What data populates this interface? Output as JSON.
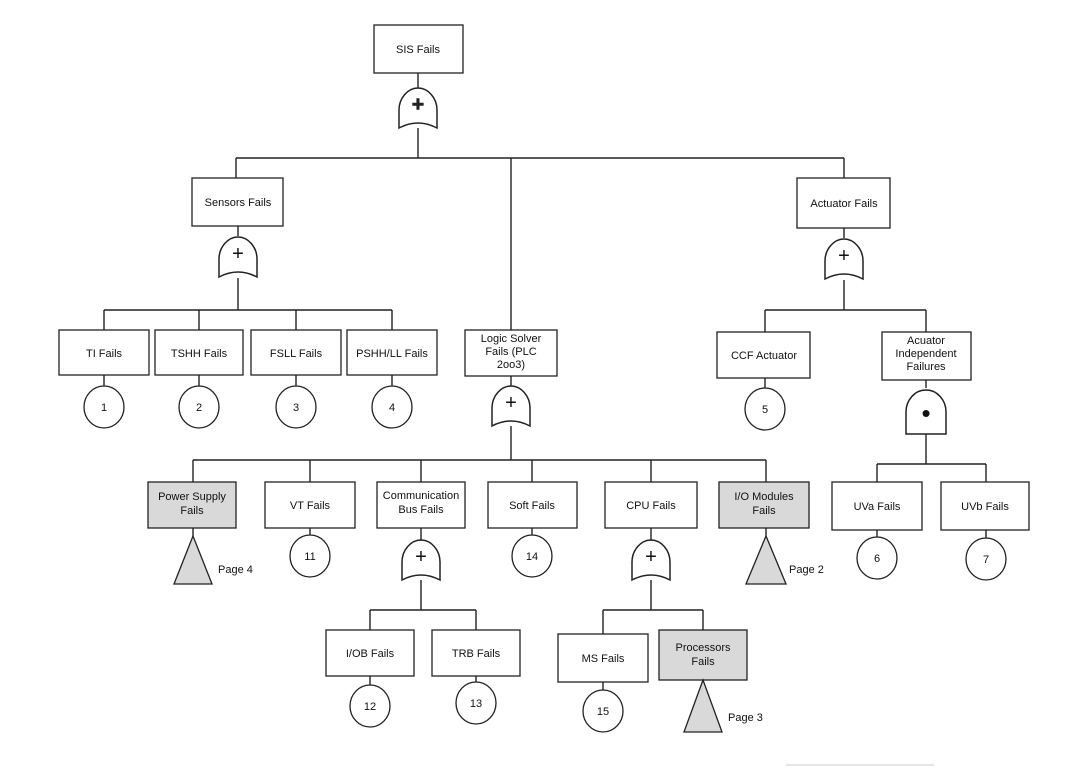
{
  "nodes": {
    "sis": {
      "label": [
        "SIS Fails"
      ]
    },
    "sensors": {
      "label": [
        "Sensors Fails"
      ]
    },
    "actuator": {
      "label": [
        "Actuator Fails"
      ]
    },
    "logic": {
      "label": [
        "Logic Solver",
        "Fails (PLC",
        "2oo3)"
      ]
    },
    "ti": {
      "label": [
        "TI Fails"
      ]
    },
    "tshh": {
      "label": [
        "TSHH Fails"
      ]
    },
    "fsll": {
      "label": [
        "FSLL Fails"
      ]
    },
    "pshh": {
      "label": [
        "PSHH/LL Fails"
      ]
    },
    "ccf": {
      "label": [
        "CCF Actuator"
      ]
    },
    "acuindep": {
      "label": [
        "Acuator",
        "Independent",
        "Failures"
      ]
    },
    "power": {
      "label": [
        "Power Supply",
        "Fails"
      ]
    },
    "vt": {
      "label": [
        "VT Fails"
      ]
    },
    "commbus": {
      "label": [
        "Communication",
        "Bus Fails"
      ]
    },
    "soft": {
      "label": [
        "Soft Fails"
      ]
    },
    "cpu": {
      "label": [
        "CPU Fails"
      ]
    },
    "iomod": {
      "label": [
        "I/O Modules",
        "Fails"
      ]
    },
    "uva": {
      "label": [
        "UVa Fails"
      ]
    },
    "uvb": {
      "label": [
        "UVb Fails"
      ]
    },
    "iob": {
      "label": [
        "I/OB Fails"
      ]
    },
    "trb": {
      "label": [
        "TRB Fails"
      ]
    },
    "ms": {
      "label": [
        "MS Fails"
      ]
    },
    "proc": {
      "label": [
        "Processors",
        "Fails"
      ]
    }
  },
  "basic_events": {
    "e1": "1",
    "e2": "2",
    "e3": "3",
    "e4": "4",
    "e5": "5",
    "e6": "6",
    "e7": "7",
    "e11": "11",
    "e12": "12",
    "e13": "13",
    "e14": "14",
    "e15": "15"
  },
  "transfers": {
    "page4": "Page 4",
    "page2": "Page 2",
    "page3": "Page 3"
  },
  "gate_symbols": {
    "or": "+",
    "and": "•"
  }
}
